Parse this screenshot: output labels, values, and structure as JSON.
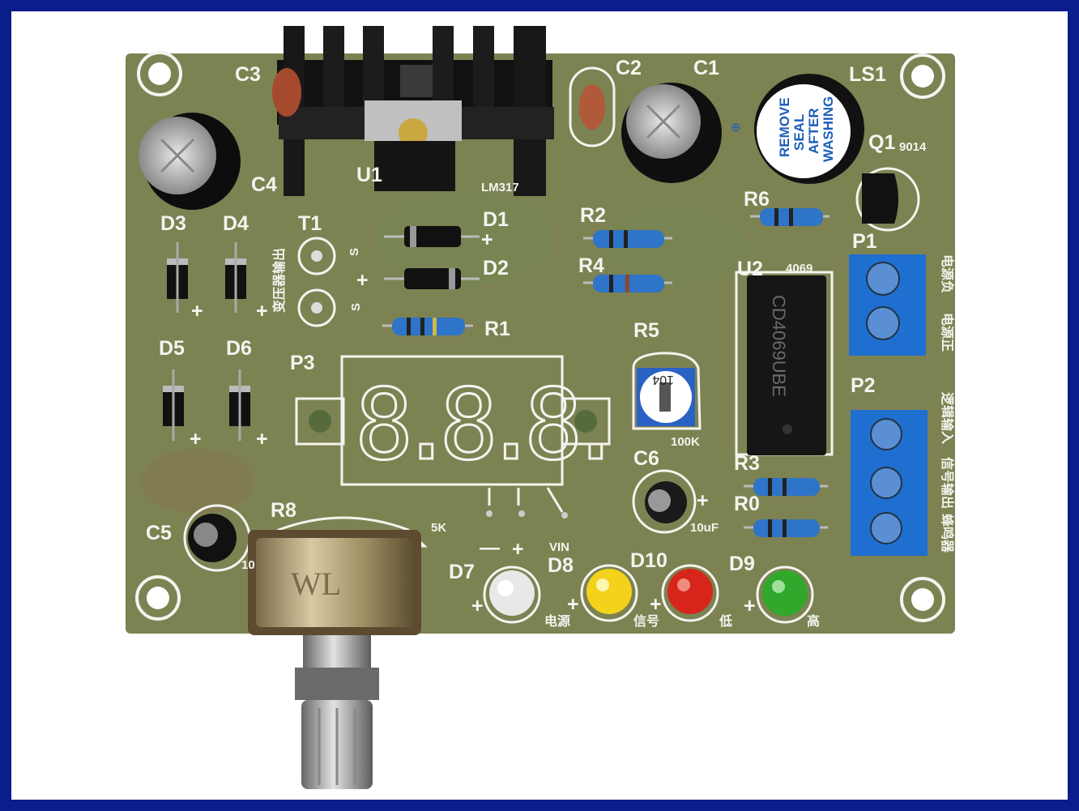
{
  "colors": {
    "border": "#0b1d8a",
    "pcb": "#7d8252",
    "silkscreen": "#f4f4ef",
    "terminal_blue": "#1e6fd0",
    "led_yellow": "#f2d21a",
    "led_red": "#d8251b",
    "led_green": "#2fa82c"
  },
  "labels": {
    "c3": "C3",
    "c2": "C2",
    "c1": "C1",
    "ls1": "LS1",
    "c4": "C4",
    "u1": "U1",
    "lm317": "LM317",
    "q1": "Q1",
    "q1_part": "9014",
    "d3": "D3",
    "d4": "D4",
    "t1": "T1",
    "d1": "D1",
    "d2": "D2",
    "r2": "R2",
    "r4": "R4",
    "r6": "R6",
    "r1": "R1",
    "p1": "P1",
    "u2": "U2",
    "u2_part": "4069",
    "d5": "D5",
    "d6": "D6",
    "p3": "P3",
    "r5": "R5",
    "r5_value": "100K",
    "p2": "P2",
    "c6": "C6",
    "c6_value": "10uF",
    "r3": "R3",
    "r0": "R0",
    "c5": "C5",
    "c5_value": "10",
    "r8": "R8",
    "r8_value": "5K",
    "minus": "—",
    "plus": "+",
    "vin": "VIN",
    "d7": "D7",
    "d8": "D8",
    "d10": "D10",
    "d9": "D9",
    "s": "S",
    "power": "电源",
    "signal": "信号",
    "low": "低",
    "high": "高",
    "p1_pin1": "电源负",
    "p1_pin2": "电源正",
    "p2_pin1": "逻辑输入",
    "p2_pin2": "信号输出",
    "p2_pin3": "蜂鸣器",
    "t1_side": "变压器输出"
  },
  "buzzer": {
    "line1": "REMOVE",
    "line2": "SEAL",
    "line3": "AFTER",
    "line4": "WASHING",
    "sign": "⊕"
  },
  "chip": {
    "text": "CD4069UBE"
  },
  "trimpot": {
    "text": "104"
  },
  "pot": {
    "text": "WL"
  },
  "display": {
    "digits": "8.8.8."
  }
}
